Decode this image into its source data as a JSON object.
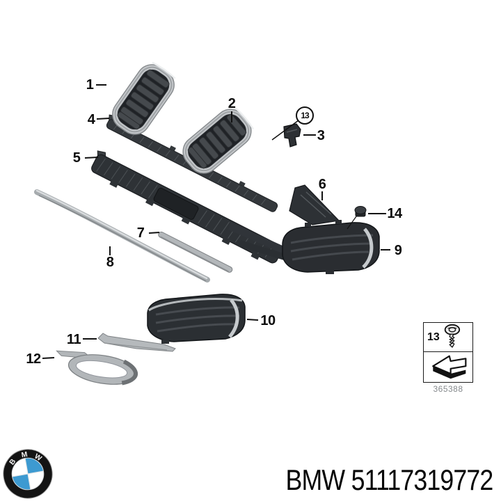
{
  "diagram": {
    "callouts": [
      {
        "id": "1",
        "label": "1"
      },
      {
        "id": "2",
        "label": "2"
      },
      {
        "id": "3",
        "label": "3"
      },
      {
        "id": "4",
        "label": "4"
      },
      {
        "id": "5",
        "label": "5"
      },
      {
        "id": "6",
        "label": "6"
      },
      {
        "id": "7",
        "label": "7"
      },
      {
        "id": "8",
        "label": "8"
      },
      {
        "id": "9",
        "label": "9"
      },
      {
        "id": "10",
        "label": "10"
      },
      {
        "id": "11",
        "label": "11"
      },
      {
        "id": "12",
        "label": "12"
      },
      {
        "id": "13",
        "label": "13"
      },
      {
        "id": "14",
        "label": "14"
      }
    ],
    "legend": {
      "item_label": "13",
      "screw_icon": "screw-icon",
      "arrow_icon": "direction-arrow-icon",
      "catalog_code": "365388"
    }
  },
  "footer": {
    "brand": "BMW",
    "part_number": "51117319772",
    "logo": {
      "letters": [
        "B",
        "M",
        "W"
      ]
    }
  },
  "colors": {
    "logo_blue": "#3d9ad1",
    "part_dark": "#2e3235",
    "chrome": "#b6babd",
    "line_black": "#111111",
    "code_gray": "#85898c"
  }
}
